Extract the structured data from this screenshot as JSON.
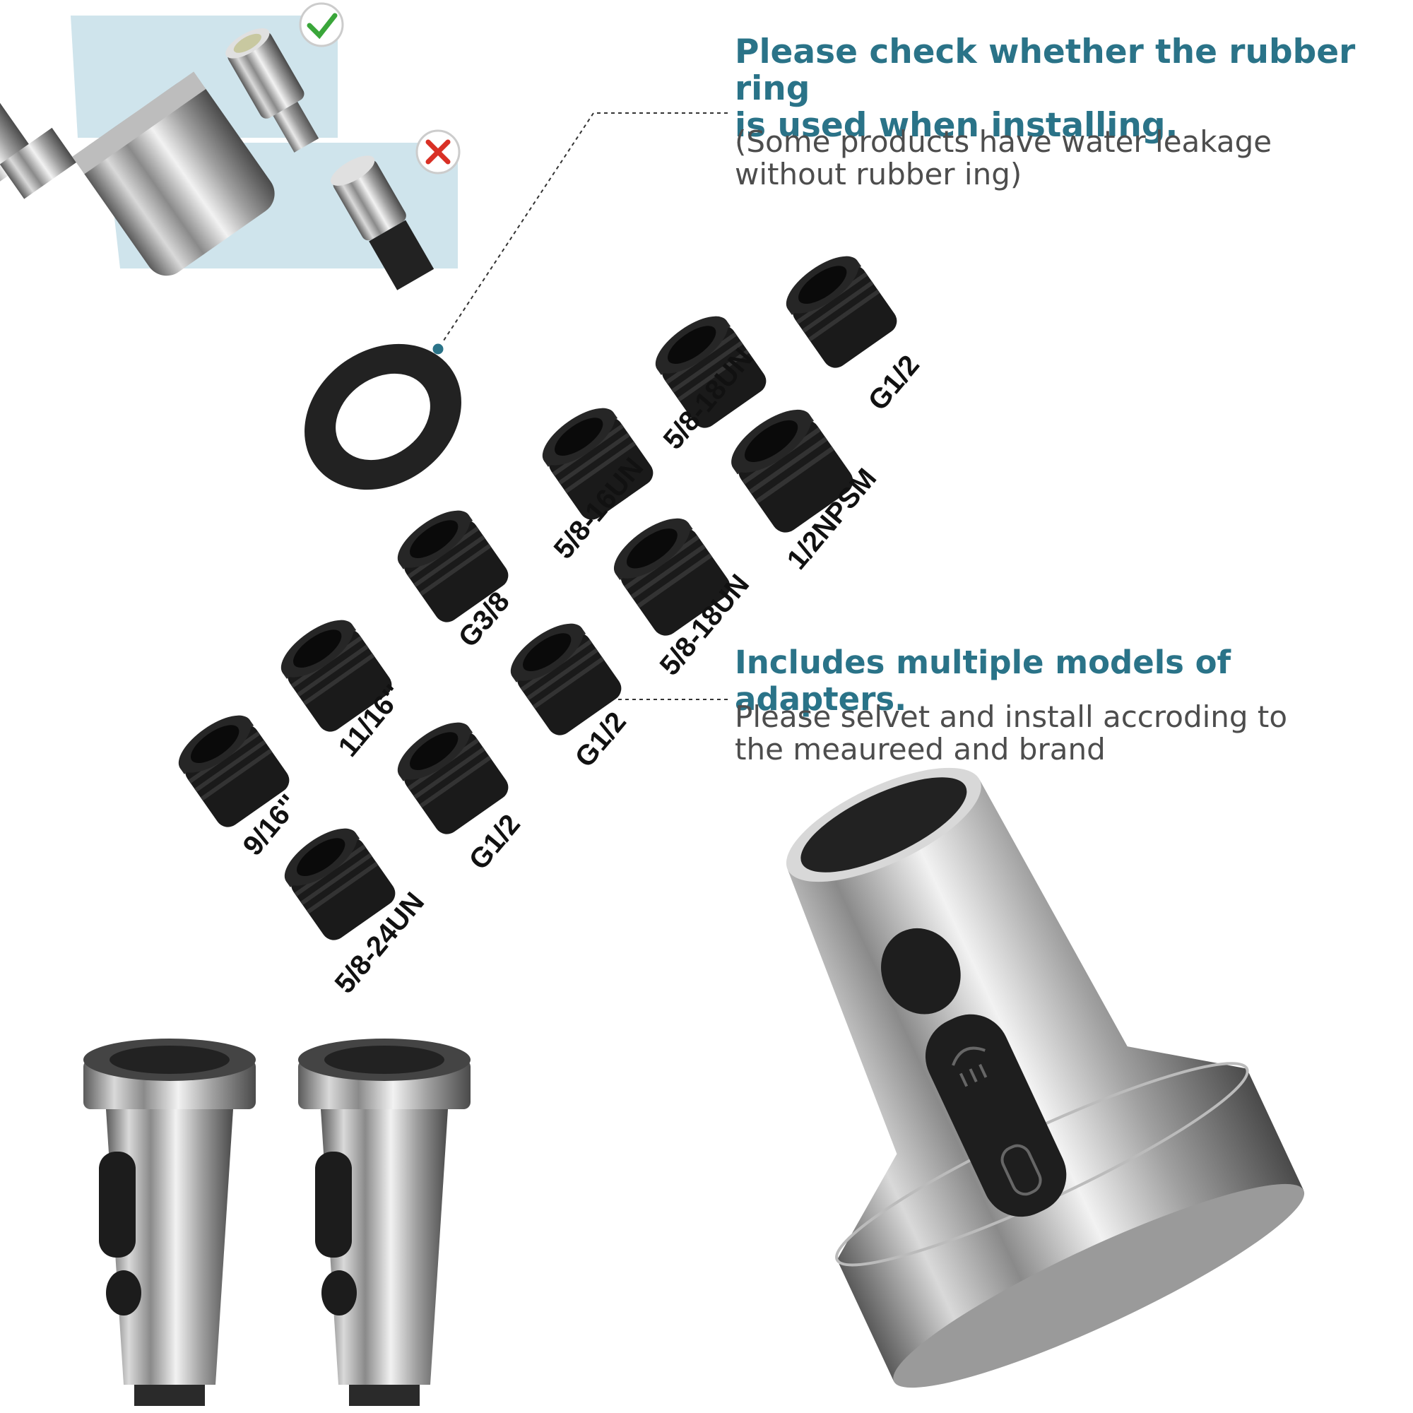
{
  "rubber_ring_section": {
    "heading_line1": "Please check whether the rubber ring",
    "heading_line2": "is used when installing.",
    "note_line1": "(Some products have water leakage",
    "note_line2": "without rubber ing)"
  },
  "adapters_section": {
    "heading": "Includes multiple models of adapters.",
    "body_line1": "Please selvet and install accroding to",
    "body_line2": "the meaureed and brand"
  },
  "adapter_labels": {
    "g12_top": "G1/2",
    "a58_18un_top": "5/8-18UN",
    "a58_16un": "5/8-16UN",
    "a12npsm": "1/2NPSM",
    "g38": "G3/8",
    "a58_18un_mid": "5/8-18UN",
    "a1116": "11/16''",
    "g12_mid": "G1/2",
    "a916": "9/16''",
    "g12_low": "G1/2",
    "a58_24un": "5/8-24UN"
  },
  "colors": {
    "heading": "#2a7388",
    "body": "#4d4d4d",
    "check": "#3aa63a",
    "cross": "#d93025",
    "panel": "#cfe4ec"
  },
  "icons": [
    "check-icon",
    "cross-icon",
    "rubber-ring",
    "spray-icon",
    "stream-icon"
  ]
}
